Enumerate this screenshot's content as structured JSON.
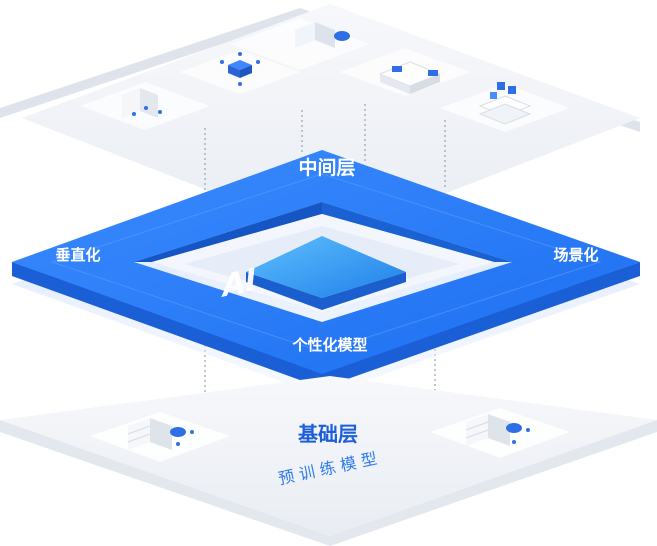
{
  "layers": {
    "middle_title": "中间层",
    "left_label": "垂直化",
    "right_label": "场景化",
    "bottom_label": "个性化模型",
    "base_title": "基础层",
    "base_subtitle": "预 训 练  模 型",
    "core_label": "AI"
  },
  "colors": {
    "ring_blue": "#2f80f5",
    "ring_dark": "#1a5fd6",
    "platform_grey": "#eef1f6",
    "accent_text": "#1d62e0",
    "core_blue": "#3aa2ff"
  }
}
